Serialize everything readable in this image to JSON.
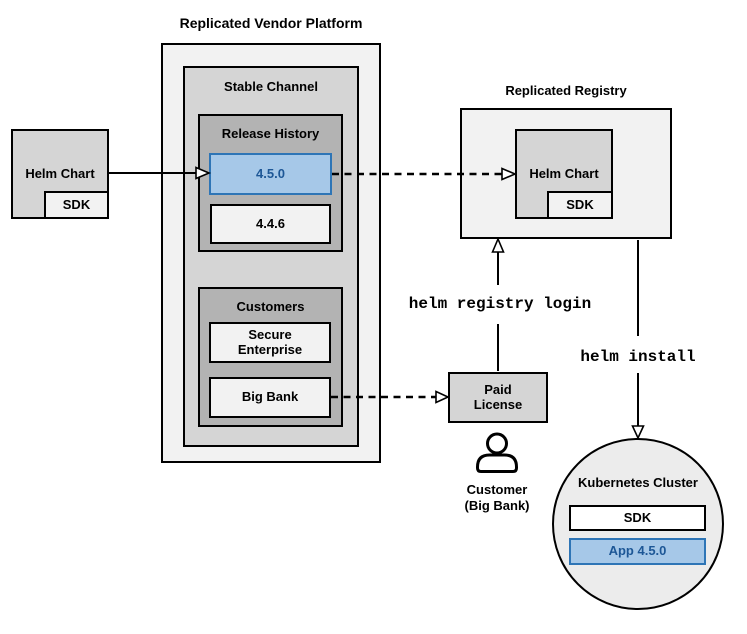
{
  "diagram": {
    "vendor_platform": {
      "title": "Replicated Vendor Platform",
      "stable_channel_label": "Stable Channel",
      "release_history": {
        "label": "Release History",
        "releases": [
          {
            "version": "4.5.0",
            "highlighted": true
          },
          {
            "version": "4.4.6",
            "highlighted": false
          }
        ]
      },
      "customers": {
        "label": "Customers",
        "items": [
          {
            "name": "Secure Enterprise"
          },
          {
            "name": "Big Bank"
          }
        ]
      }
    },
    "source_helm_chart": {
      "label": "Helm Chart",
      "sdk_label": "SDK"
    },
    "registry": {
      "title": "Replicated Registry",
      "helm_chart_label": "Helm Chart",
      "sdk_label": "SDK"
    },
    "paid_license": {
      "label": "Paid License"
    },
    "customer": {
      "caption": "Customer (Big Bank)"
    },
    "commands": {
      "registry_login": "helm registry login",
      "install": "helm install"
    },
    "kubernetes_cluster": {
      "title": "Kubernetes Cluster",
      "sdk_label": "SDK",
      "app_label": "App 4.5.0"
    },
    "colors": {
      "highlight_fill": "#a6c8e8",
      "highlight_border": "#2e75b6",
      "highlight_text": "#1d5796",
      "container_light": "#f2f2f2",
      "container_medium": "#d5d5d5",
      "container_dark": "#b3b3b3",
      "cluster_fill": "#ececec",
      "line_color": "#000000"
    }
  }
}
